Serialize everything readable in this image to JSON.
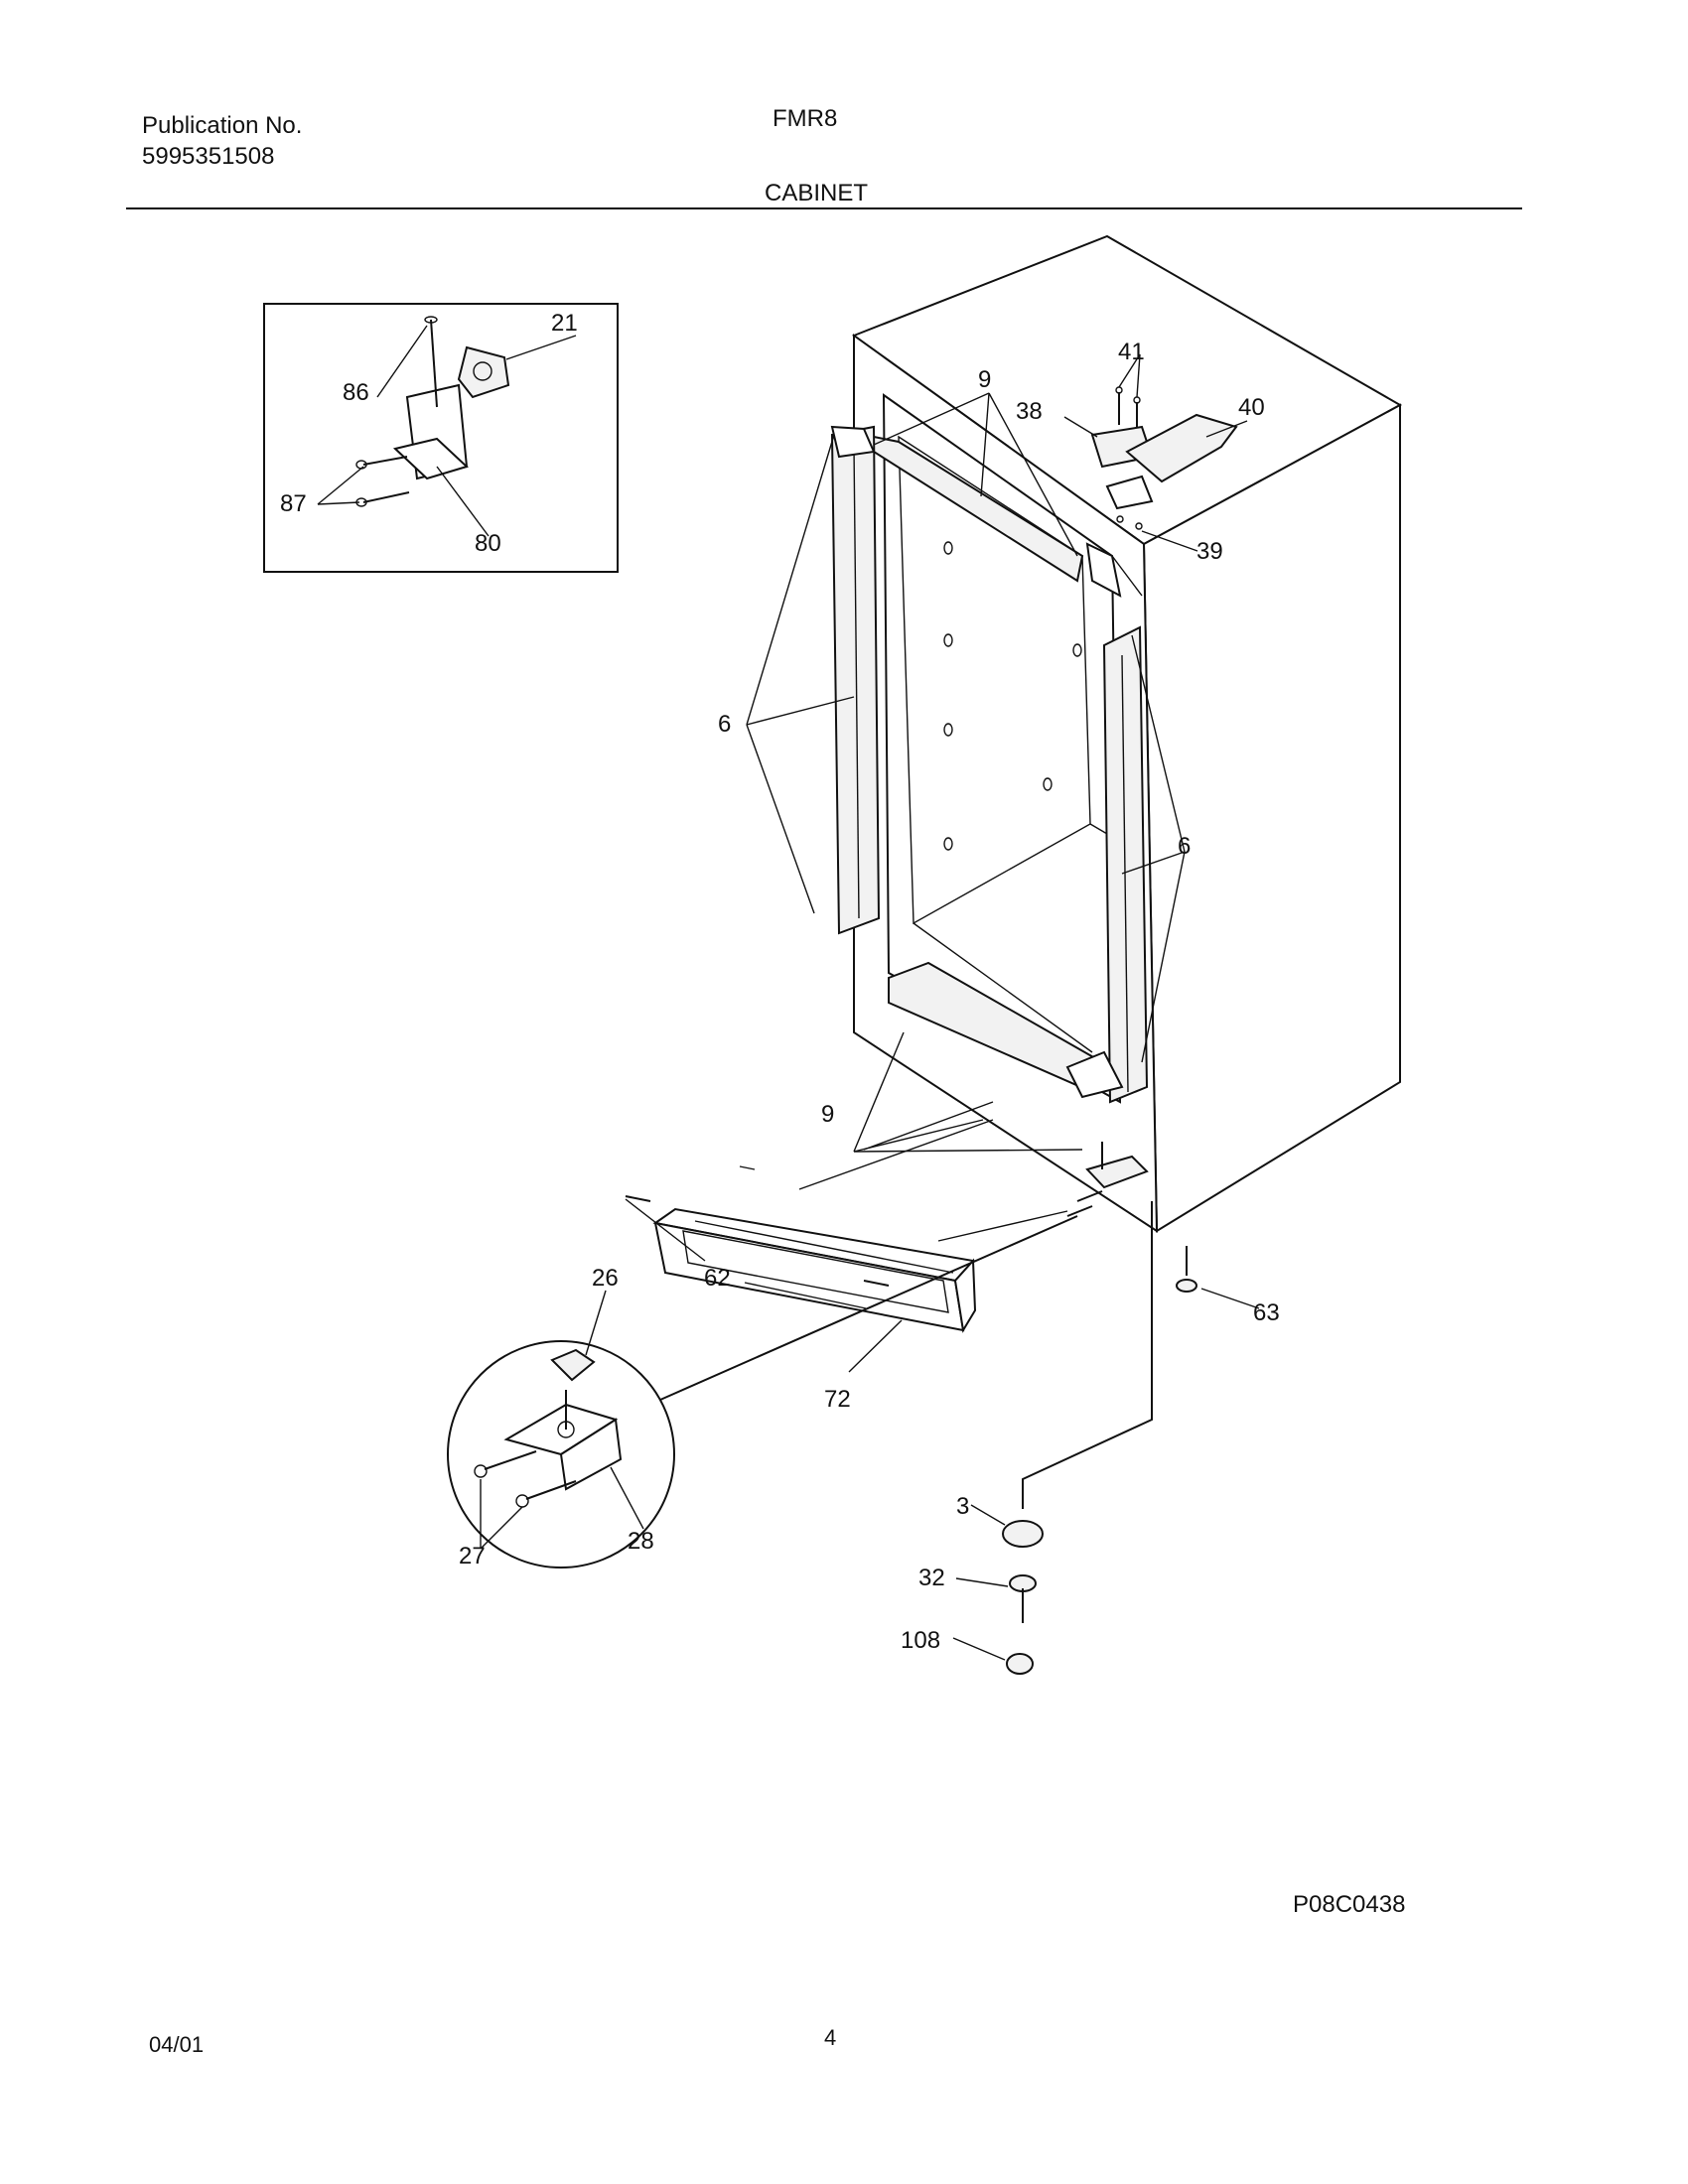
{
  "header": {
    "publication_label": "Publication No.",
    "publication_number": "5995351508",
    "model": "FMR8",
    "section_title": "CABINET"
  },
  "callouts": {
    "c21": "21",
    "c86": "86",
    "c87": "87",
    "c80": "80",
    "c9_top": "9",
    "c41": "41",
    "c38": "38",
    "c40": "40",
    "c39": "39",
    "c6_left": "6",
    "c6_right": "6",
    "c9_bottom": "9",
    "c26": "26",
    "c62": "62",
    "c72": "72",
    "c63": "63",
    "c27": "27",
    "c28": "28",
    "c3": "3",
    "c32": "32",
    "c108": "108"
  },
  "footer": {
    "drawing_code": "P08C0438",
    "date": "04/01",
    "page_number": "4"
  }
}
